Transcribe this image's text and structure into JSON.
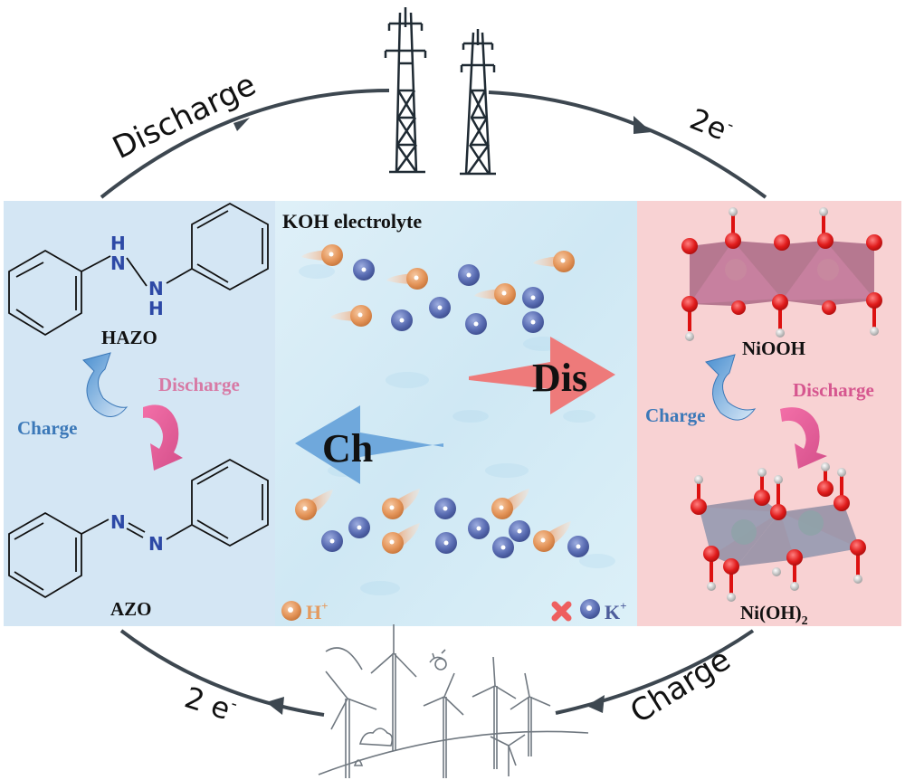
{
  "cycle": {
    "top_left_label": "Discharge",
    "top_right_label": "2e",
    "top_right_sup": "-",
    "bottom_left_label": "2 e",
    "bottom_left_sup": "-",
    "bottom_right_label": "Charge",
    "top_icon": "power-transmission-tower",
    "bottom_icon": "wind-turbines-landscape",
    "arrow_color": "#3d4750"
  },
  "left_panel": {
    "bg_color": "#d4e6f4",
    "molecule_top": "HAZO",
    "molecule_bottom": "AZO",
    "hazo_atoms": [
      "H",
      "N",
      "N",
      "H"
    ],
    "azo_atoms": [
      "N",
      "N"
    ],
    "charge_label": "Charge",
    "discharge_label": "Discharge",
    "charge_color": "#3b78b8",
    "discharge_color": "#d77aa5"
  },
  "middle_panel": {
    "title": "KOH electrolyte",
    "dis_arrow_label": "Dis",
    "ch_arrow_label": "Ch",
    "dis_color": "#ee7a7a",
    "ch_color": "#6fa8dc",
    "legend": {
      "h_label": "H",
      "h_sup": "+",
      "k_label": "K",
      "k_sup": "+",
      "cross_icon": "cross-icon"
    },
    "h_color": "#e49a5e",
    "k_color": "#5d6fb5"
  },
  "right_panel": {
    "bg_color": "#f8d2d3",
    "structure_top": "NiOOH",
    "structure_bottom_main": "Ni(OH)",
    "structure_bottom_sub": "2",
    "charge_label": "Charge",
    "discharge_label": "Discharge",
    "charge_color": "#3b78b8",
    "discharge_color": "#d6568f"
  }
}
